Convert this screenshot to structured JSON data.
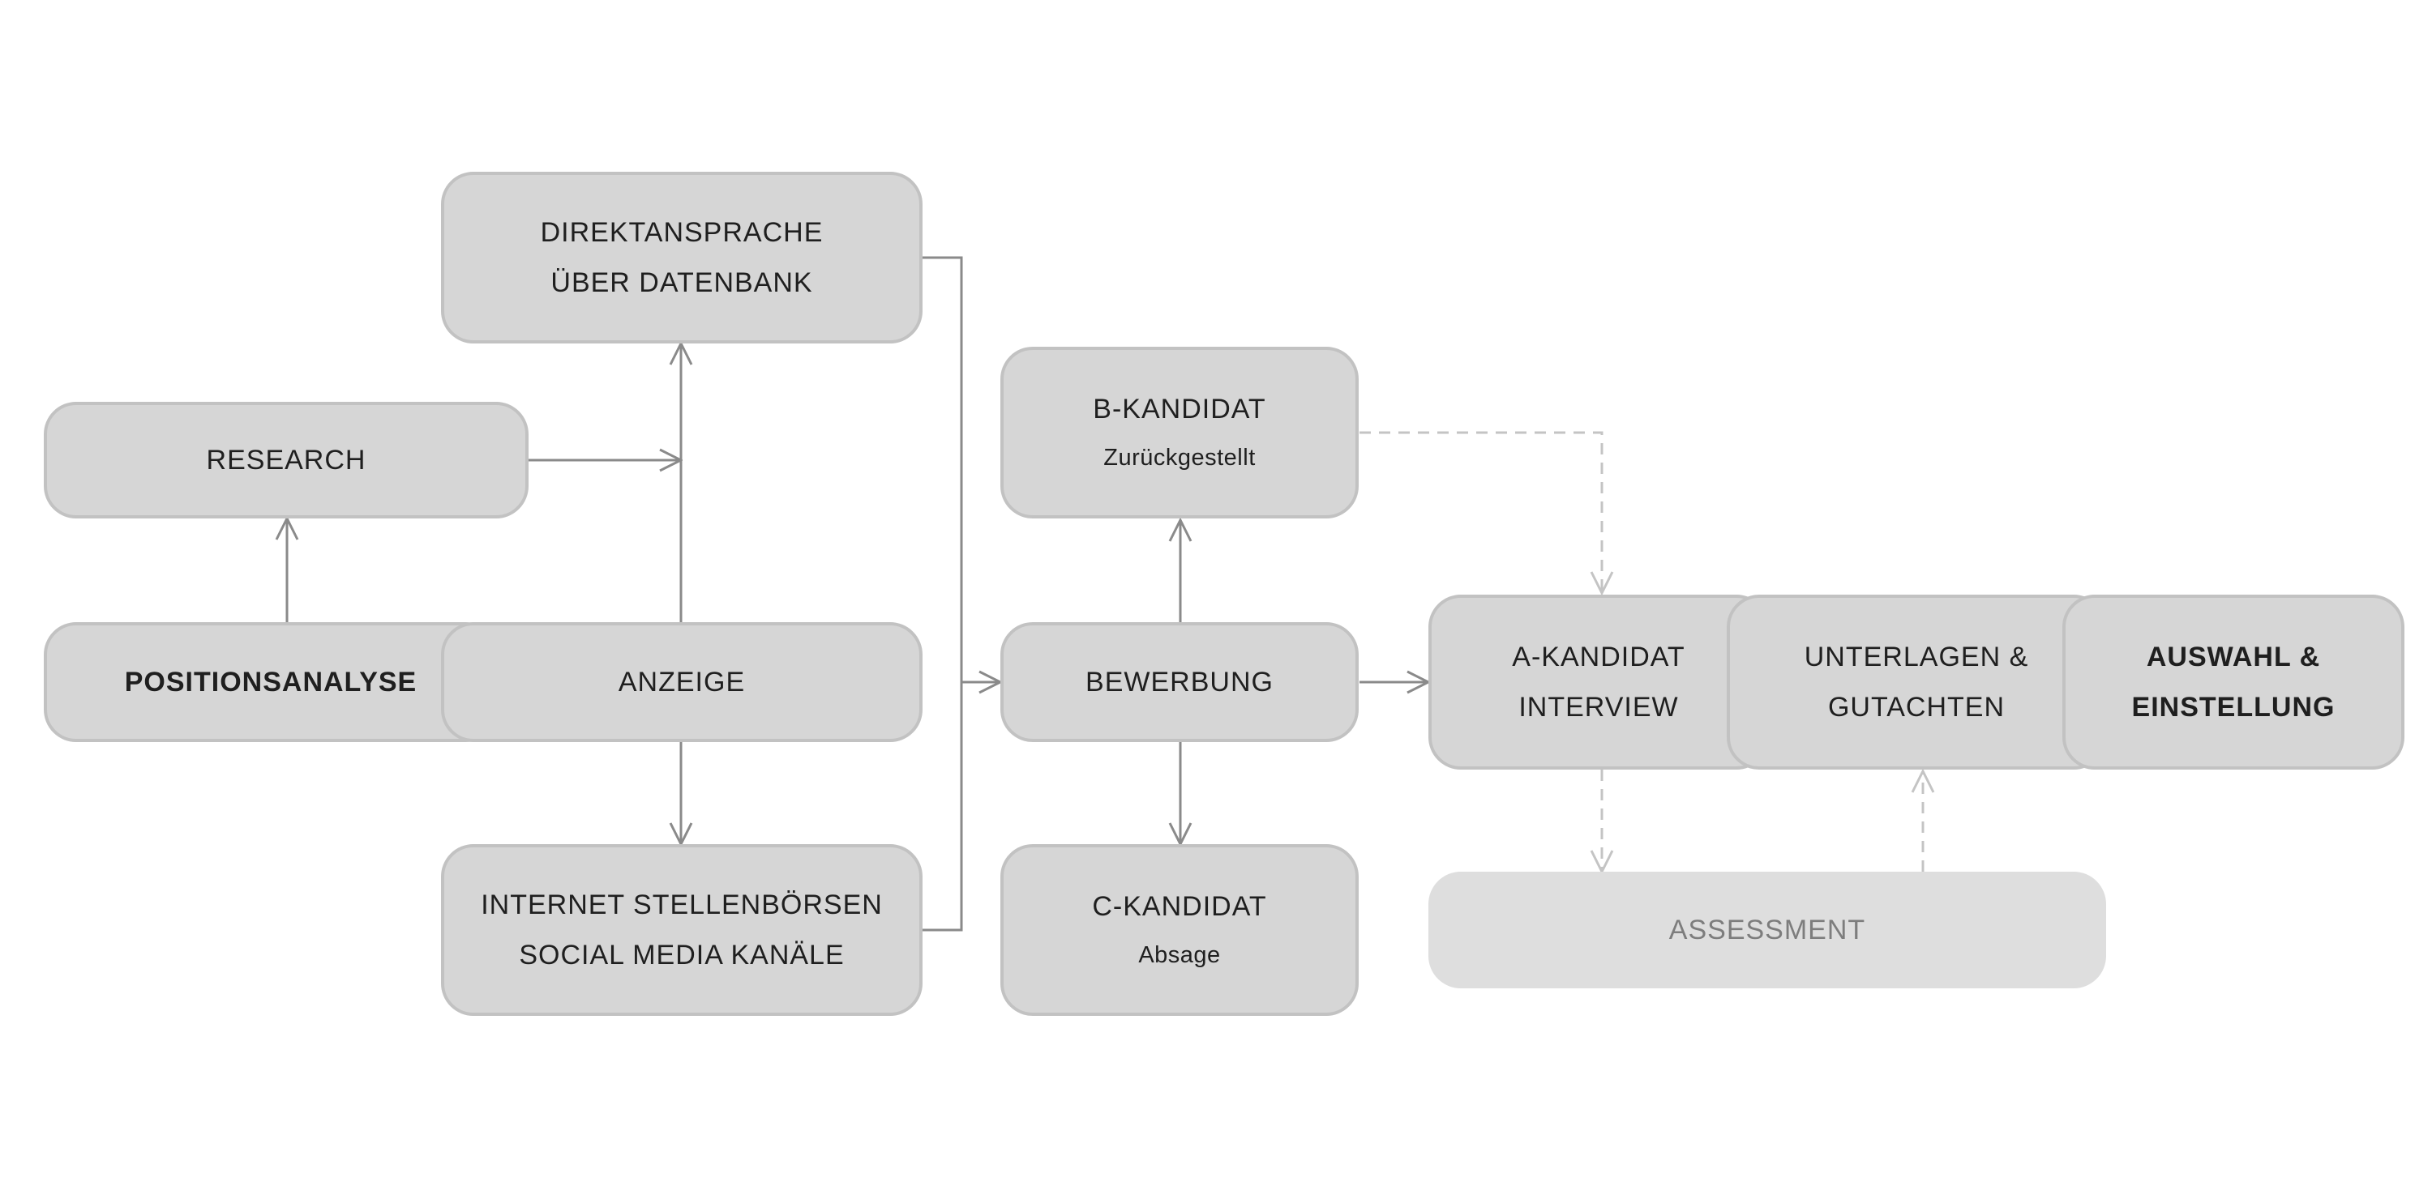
{
  "diagram": {
    "nodes": {
      "direktansprache": {
        "line1": "DIREKTANSPRACHE",
        "line2": "ÜBER DATENBANK"
      },
      "research": {
        "label": "RESEARCH"
      },
      "positionsanalyse": {
        "label": "POSITIONSANALYSE"
      },
      "anzeige": {
        "label": "ANZEIGE"
      },
      "internet": {
        "line1": "INTERNET STELLENBÖRSEN",
        "line2": "SOCIAL MEDIA KANÄLE"
      },
      "b_kandidat": {
        "label": "B-KANDIDAT",
        "sub": "Zurückgestellt"
      },
      "bewerbung": {
        "label": "BEWERBUNG"
      },
      "c_kandidat": {
        "label": "C-KANDIDAT",
        "sub": "Absage"
      },
      "a_kandidat": {
        "line1": "A-KANDIDAT",
        "line2": "INTERVIEW"
      },
      "unterlagen": {
        "line1": "UNTERLAGEN &",
        "line2": "GUTACHTEN"
      },
      "auswahl": {
        "line1": "AUSWAHL &",
        "line2": "EINSTELLUNG"
      },
      "assessment": {
        "label": "ASSESSMENT"
      }
    },
    "colors": {
      "box_fill": "#d6d6d6",
      "box_border": "#c2c2c2",
      "connector": "#8a8a8a",
      "dashed_connector": "#c4c4c4",
      "faint_text": "#7d7d7d"
    }
  }
}
